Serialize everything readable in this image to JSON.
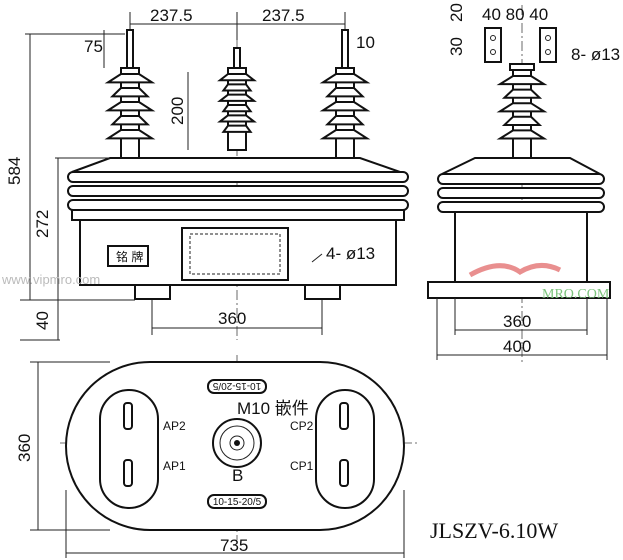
{
  "front_view": {
    "dim_top_left": "237.5",
    "dim_top_right": "237.5",
    "dim_terminal_height": "75",
    "dim_terminal_width": "10",
    "dim_insulator": "200",
    "dim_total_height": "584",
    "dim_body": "272",
    "dim_base": "40",
    "dim_mount": "360",
    "hole_label": "4- ø13",
    "nameplate": "铭  牌"
  },
  "side_view": {
    "dim_top1": "20",
    "dim_top2": "30",
    "dim_spacing": "40 80 40",
    "hole_label": "8- ø13",
    "dim_mount": "360",
    "dim_width": "400"
  },
  "bottom_view": {
    "label_ap2": "AP2",
    "label_ap1": "AP1",
    "label_cp2": "CP2",
    "label_cp1": "CP1",
    "insert_label": "M10 嵌件",
    "point_b": "B",
    "tag_top": "10-15-20/5",
    "tag_bottom": "10-15-20/5",
    "dim_height": "360",
    "dim_width": "735"
  },
  "model": "JLSZV-6.10W",
  "watermark": {
    "left": "www.vipmro.com",
    "right": "MRO.COM"
  }
}
